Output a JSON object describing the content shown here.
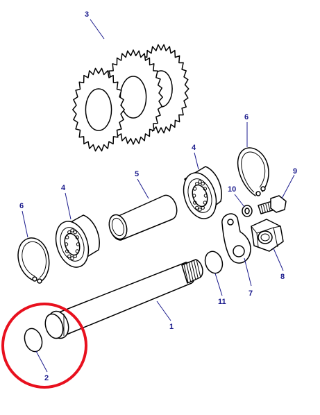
{
  "callouts": {
    "c1": "1",
    "c2": "2",
    "c3": "3",
    "c4a": "4",
    "c4b": "4",
    "c5": "5",
    "c6a": "6",
    "c6b": "6",
    "c7": "7",
    "c8": "8",
    "c9": "9",
    "c10": "10",
    "c11": "11"
  },
  "colors": {
    "callout": "#1a1a8c",
    "highlight": "#e8101e",
    "line": "#000000"
  },
  "highlight": {
    "target_part": "2"
  }
}
